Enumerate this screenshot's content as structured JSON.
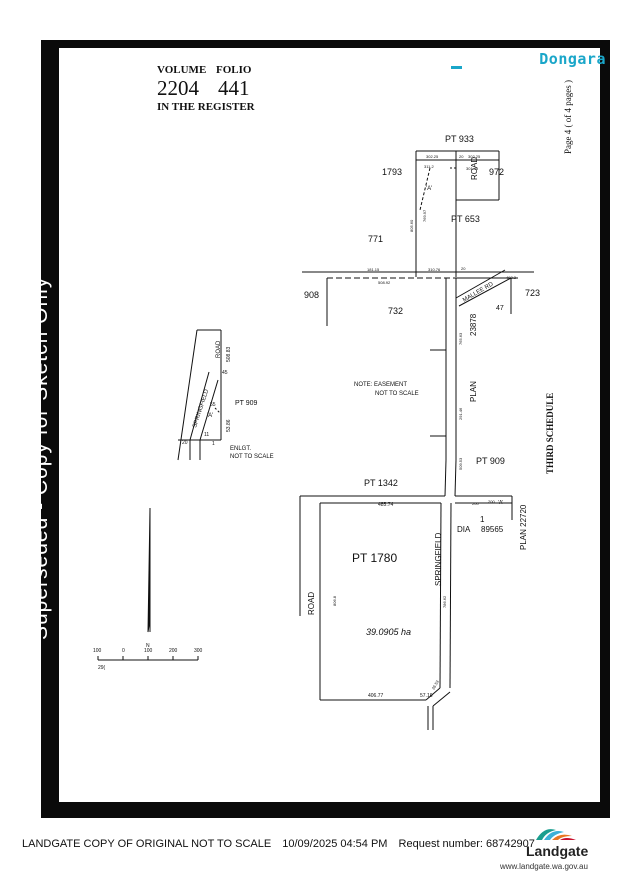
{
  "header": {
    "volume_label": "VOLUME",
    "folio_label": "FOLIO",
    "volume_value": "2204",
    "folio_value": "441",
    "register_label": "IN THE REGISTER"
  },
  "watermark": {
    "corner_text": "Dongara",
    "side_text": "Superseded - Copy for Sketch Only"
  },
  "page_label": "Page 4 ( of 4 pages )",
  "schedule_label": "THIRD SCHEDULE",
  "plan": {
    "lots": {
      "pt933": "PT 933",
      "lot1793": "1793",
      "lot972": "972",
      "pt653": "PT 653",
      "lot771": "771",
      "lot908": "908",
      "lot732": "732",
      "lot723": "723",
      "lot47": "47",
      "pt909_upper": "PT 909",
      "pt909_lower": "PT 909",
      "pt1342": "PT 1342",
      "pt1780": "PT 1780",
      "lot1": "1",
      "area": "39.0905 ha"
    },
    "roads": {
      "road_top": "ROAD",
      "mallee_rd": "MALLEE RD",
      "plan_23878_num": "23878",
      "plan_word": "PLAN",
      "springfield": "SPRINGFIELD",
      "road_left": "ROAD",
      "dia": "DIA",
      "dia_num": "89565",
      "plan_22720": "PLAN 22720"
    },
    "notes": {
      "easement_1": "NOTE: EASEMENT",
      "easement_2": "NOT TO SCALE",
      "enlgt_1": "ENLGT.",
      "enlgt_2": "NOT TO SCALE",
      "marker_a_top": "'A'",
      "marker_a_enlgt": "'A'",
      "marker_a_bottom": "'A'"
    },
    "dimensions": {
      "d1": "302.25",
      "d2": "20",
      "d3": "302.25",
      "d4": "311.2",
      "d5": "301.49",
      "d6": "769.97",
      "d7": "805.60",
      "d8": "181.15",
      "d9": "310.76",
      "d10": "20",
      "d11": "508.92",
      "d12": "492.3",
      "d13": "765.63",
      "d14": "291.46",
      "d15": "509.53",
      "d16": "485.74",
      "d17": "200",
      "d18": "200",
      "d19": "806.8",
      "d20": "786.62",
      "d21": "406.77",
      "d22": "57.16",
      "d23": "26.53",
      "e1": "508.83",
      "e2": "45",
      "e3": "55",
      "e4": "53.86",
      "e5": "20",
      "e6": "11",
      "e7": "1",
      "e8": "ROAD",
      "e9": "SPRINGFIELD",
      "e10": "PT 909"
    },
    "scale": {
      "north": "N",
      "t1": "100",
      "t2": "0",
      "t3": "100",
      "t4": "200",
      "t5": "300",
      "ratio": "29("
    }
  },
  "footer": {
    "copy_note": "LANDGATE COPY OF ORIGINAL NOT TO SCALE",
    "timestamp": "10/09/2025 04:54 PM",
    "request": "Request number: 68742907",
    "brand": "Landgate",
    "url": "www.landgate.wa.gov.au"
  }
}
